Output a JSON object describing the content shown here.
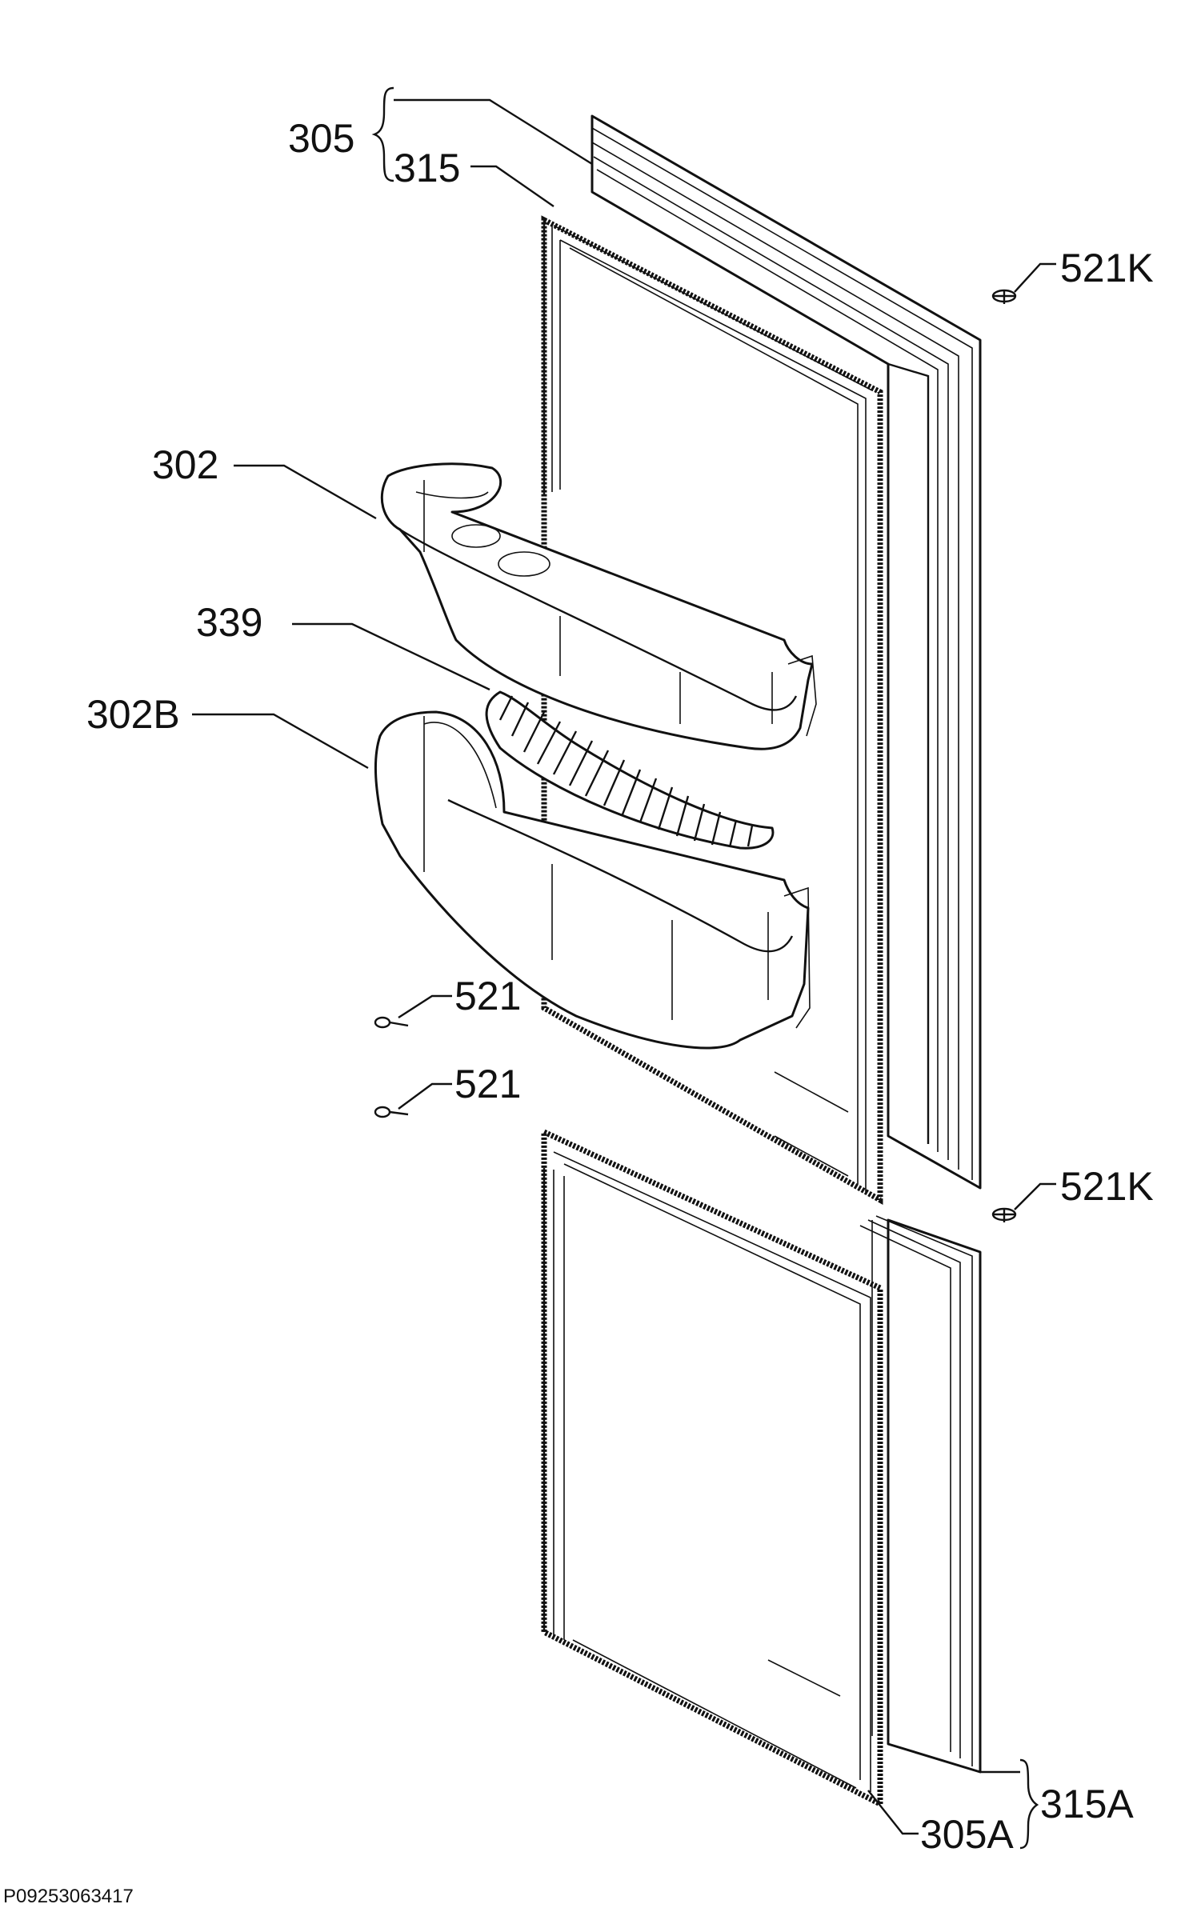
{
  "diagram": {
    "document_id": "P09253063417",
    "callouts": {
      "upper_door": "305",
      "upper_gasket": "315",
      "screw_cover_top_upper": "521K",
      "door_balcony": "302",
      "balcony_insert": "339",
      "bottle_balcony": "302B",
      "screw_a": "521",
      "screw_b": "521",
      "screw_cover_top_lower": "521K",
      "lower_door_gasket": "315A",
      "lower_door": "305A"
    }
  }
}
